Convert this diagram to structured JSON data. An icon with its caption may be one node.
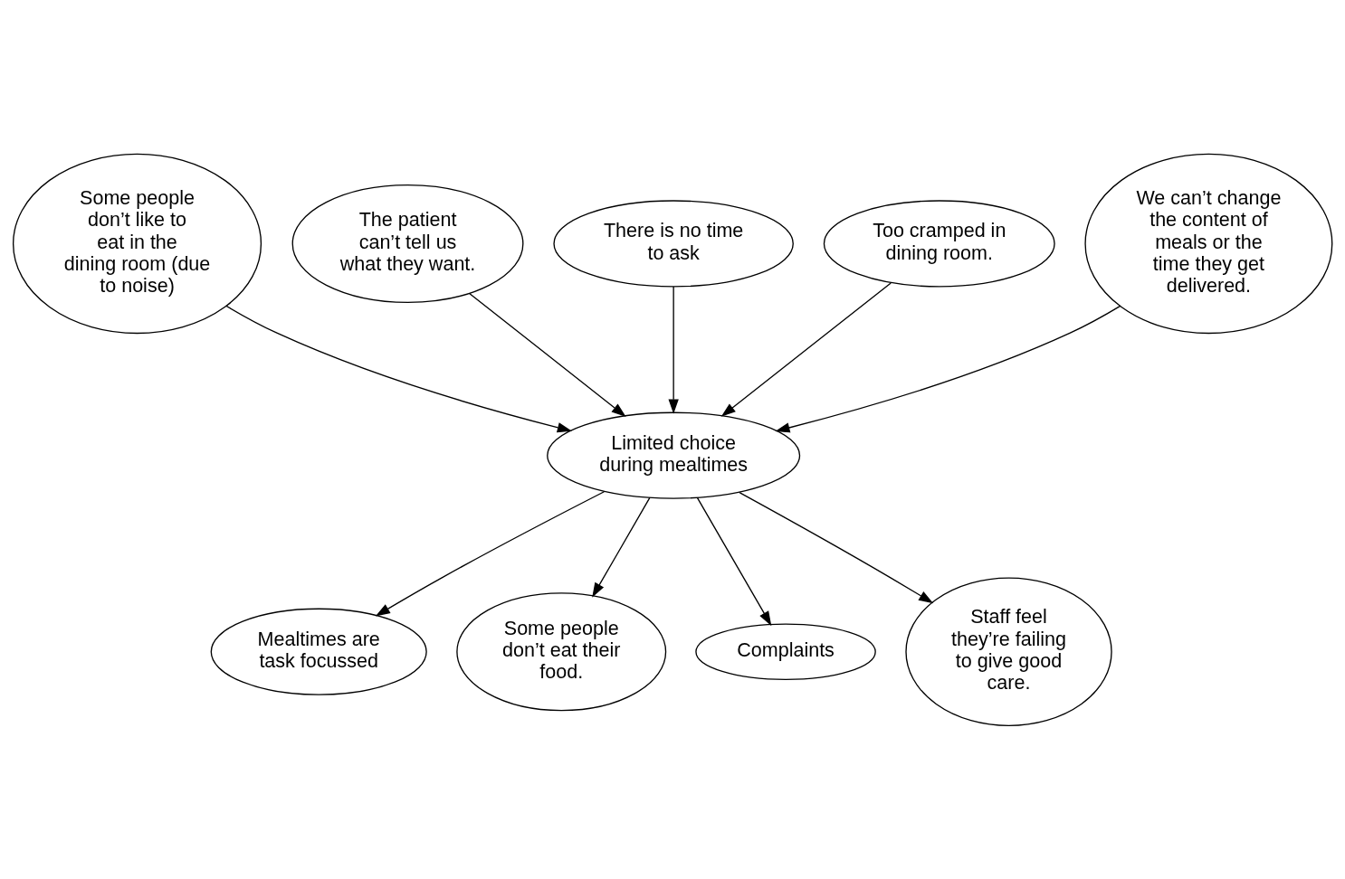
{
  "diagram": {
    "nodes": [
      {
        "text": [
          "Some people don’t like to eat in the dining room (due to noise)"
        ]
      },
      {
        "text": [
          "The patient can’t tell us what they want."
        ]
      },
      {
        "text": [
          "There is no time to ask"
        ]
      },
      {
        "text": [
          "Too cramped in dining room."
        ]
      },
      {
        "text": [
          "We can’t change the content of meals or the time they get delivered."
        ]
      },
      {
        "text": [
          "Limited choice during mealtimes"
        ]
      },
      {
        "text": [
          "Mealtimes are task focussed"
        ]
      },
      {
        "text": [
          "Some people don’t eat their food."
        ]
      },
      {
        "text": [
          "Complaints"
        ]
      },
      {
        "text": [
          "Staff feel they’re failing to give good care."
        ]
      }
    ],
    "edges": [
      {
        "from": 0,
        "to": 5,
        "arrow": "to"
      },
      {
        "from": 1,
        "to": 5,
        "arrow": "to"
      },
      {
        "from": 2,
        "to": 5,
        "arrow": "to"
      },
      {
        "from": 3,
        "to": 5,
        "arrow": "to"
      },
      {
        "from": 4,
        "to": 5,
        "arrow": "to"
      },
      {
        "from": 5,
        "to": 7,
        "arrow": "to"
      },
      {
        "from": 5,
        "to": 8,
        "arrow": "to"
      },
      {
        "from": 5,
        "to": 9,
        "arrow": "to"
      },
      {
        "from": 5,
        "to": 6,
        "arrow": "to"
      }
    ]
  }
}
